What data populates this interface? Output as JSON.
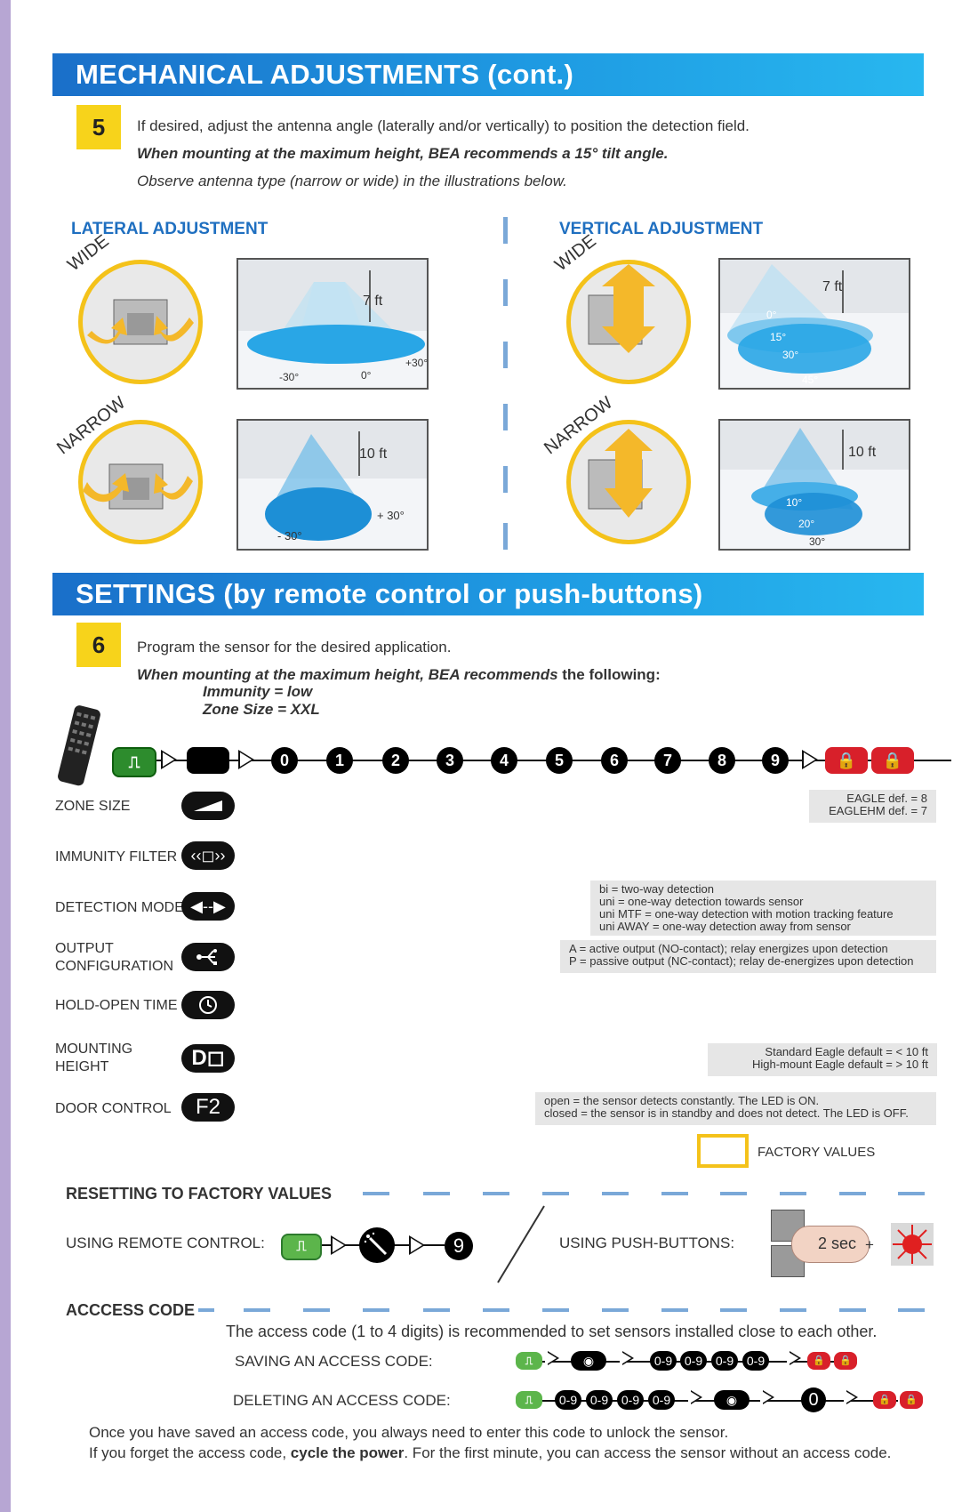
{
  "section1": {
    "title": "MECHANICAL ADJUSTMENTS (cont.)",
    "step": "5",
    "line1": "If desired, adjust the antenna angle (laterally and/or vertically) to position the detection field.",
    "line2": "When mounting at the maximum height, BEA recommends a 15° tilt angle.",
    "line3": "Observe antenna type (narrow or wide) in the illustrations below."
  },
  "lateral": {
    "heading": "LATERAL ADJUSTMENT",
    "wide_label": "WIDE",
    "narrow_label": "NARROW",
    "wide_height": "7 ft",
    "wide_angles": [
      "-30°",
      "0°",
      "+30°"
    ],
    "narrow_height": "10 ft",
    "narrow_angles": [
      "- 30°",
      "+ 30°"
    ]
  },
  "vertical": {
    "heading": "VERTICAL ADJUSTMENT",
    "wide_label": "WIDE",
    "narrow_label": "NARROW",
    "wide_height": "7 ft",
    "wide_angles": [
      "0°",
      "15°",
      "30°",
      "45°"
    ],
    "narrow_height": "10 ft",
    "narrow_angles": [
      "10°",
      "20°",
      "30°"
    ]
  },
  "section2": {
    "title": "SETTINGS (by remote control or push-buttons)",
    "step": "6",
    "line1": "Program the sensor for the desired application.",
    "line2_a": "When mounting at the maximum height, BEA recommends",
    "line2_b": " the following:",
    "line3": "Immunity = low",
    "line4": "Zone Size = XXL"
  },
  "chain_numbers": [
    "0",
    "1",
    "2",
    "3",
    "4",
    "5",
    "6",
    "7",
    "8",
    "9"
  ],
  "settings": [
    {
      "label": "ZONE SIZE",
      "icon": "zone-size-icon"
    },
    {
      "label": "IMMUNITY FILTER",
      "icon": "immunity-icon",
      "glyph": "‹‹◻››"
    },
    {
      "label": "DETECTION MODE",
      "icon": "detection-mode-icon",
      "glyph": "◀--▶"
    },
    {
      "label_1": "OUTPUT",
      "label_2": "CONFIGURATION",
      "icon": "output-icon"
    },
    {
      "label": "HOLD-OPEN TIME",
      "icon": "clock-icon"
    },
    {
      "label_1": "MOUNTING",
      "label_2": "HEIGHT",
      "icon": "mounting-height-icon",
      "glyph": "D◻"
    },
    {
      "label": "DOOR CONTROL",
      "icon": "door-control-icon",
      "glyph": "F2"
    }
  ],
  "notes": {
    "zone": [
      "EAGLE def. = 8",
      "EAGLEHM def. = 7"
    ],
    "detection": [
      "bi = two-way detection",
      "uni = one-way detection towards sensor",
      "uni MTF = one-way detection with motion tracking feature",
      "uni AWAY = one-way detection away from sensor"
    ],
    "output": [
      "A = active output (NO-contact); relay energizes upon detection",
      "P = passive output (NC-contact); relay de-energizes upon detection"
    ],
    "mounting": [
      "Standard Eagle default = < 10 ft",
      "High-mount Eagle default = > 10 ft"
    ],
    "door": [
      "open = the sensor detects constantly. The LED is ON.",
      "closed = the sensor is in standby and does not detect. The LED is OFF."
    ]
  },
  "legend": {
    "factory": "FACTORY VALUES"
  },
  "reset": {
    "heading": "RESETTING TO FACTORY VALUES",
    "remote_label": "USING REMOTE CONTROL:",
    "remote_digit": "9",
    "push_label": "USING PUSH-BUTTONS:",
    "push_time": "2 sec",
    "plus": "+"
  },
  "access": {
    "heading": "ACCCESS CODE",
    "intro": "The access code (1 to 4 digits) is recommended to set sensors installed close to each other.",
    "saving_label": "SAVING AN ACCESS CODE:",
    "deleting_label": "DELETING AN ACCESS CODE:",
    "digit_token": "0-9",
    "zero": "0",
    "footer1": "Once you have saved an access code, you always need to enter this code to unlock the sensor.",
    "footer2_a": "If you forget the access code, ",
    "footer2_b": "cycle the power",
    "footer2_c": ". For the first minute, you can access the sensor without an access code."
  },
  "colors": {
    "banner": "#1e9ae2",
    "step": "#f7d31b",
    "heading": "#1f6fc0",
    "unlock": "#2d8c2d",
    "lock": "#d8202a",
    "dash": "#7aa8d8"
  }
}
